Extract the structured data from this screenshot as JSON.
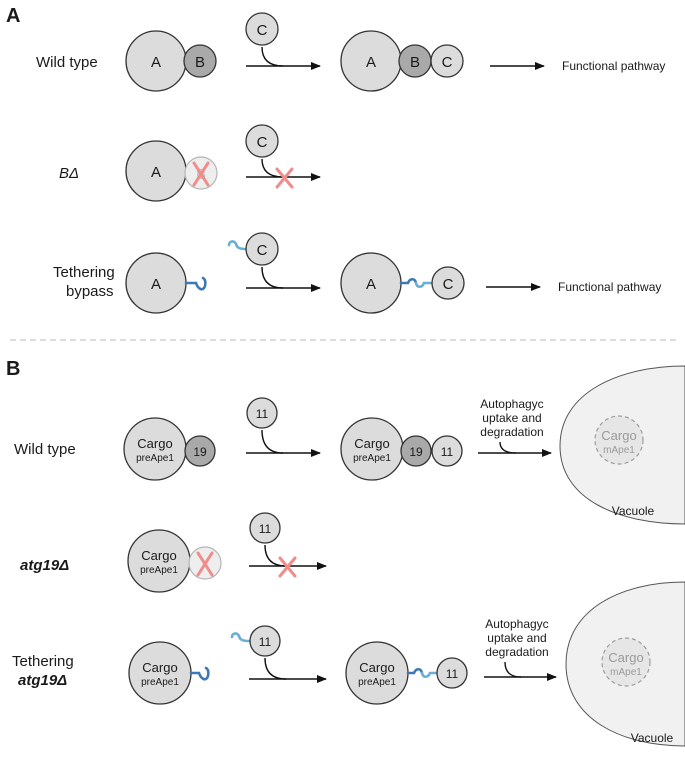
{
  "panel_a": {
    "label": "A",
    "rows": [
      {
        "label": "Wild type",
        "result": "Functional pathway"
      },
      {
        "label": "BΔ"
      },
      {
        "label_line1": "Tethering",
        "label_line2": "bypass",
        "result": "Functional pathway"
      }
    ],
    "circles": {
      "a": "A",
      "b": "B",
      "c": "C"
    }
  },
  "panel_b": {
    "label": "B",
    "rows": [
      {
        "label": "Wild type"
      },
      {
        "label": "atg19Δ"
      },
      {
        "label_line1": "Tethering",
        "label_line2": "atg19Δ"
      }
    ],
    "cargo": "Cargo",
    "pre": "preApe1",
    "mature": "mApe1",
    "atg19": "19",
    "atg11": "11",
    "uptake": [
      "Autophagyc",
      "uptake and",
      "degradation"
    ],
    "vacuole": "Vacuole"
  },
  "colors": {
    "tether_dark": "#3d77b5",
    "tether_light": "#6aaed6",
    "blocked_x": "#f08c8c"
  }
}
